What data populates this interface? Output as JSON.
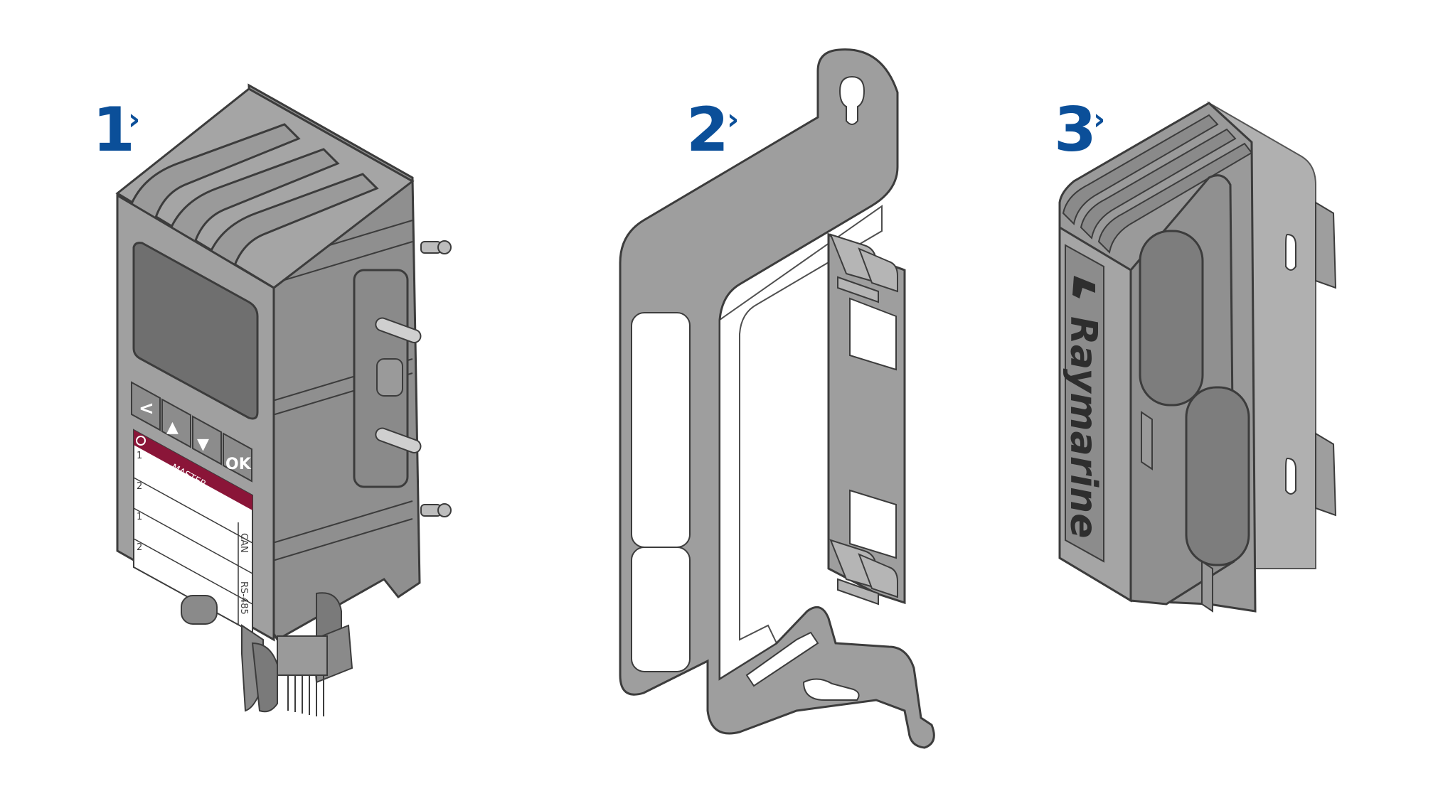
{
  "colors": {
    "accent": "#0b4f99",
    "body": "#9e9e9e",
    "body_dark": "#7d7d7d",
    "outline": "#3c3c3c",
    "screen": "#6f6f6f",
    "master_band": "#8a1538",
    "white": "#ffffff"
  },
  "steps": [
    {
      "number": "1",
      "arrow": "›"
    },
    {
      "number": "2",
      "arrow": "›"
    },
    {
      "number": "3",
      "arrow": "›"
    }
  ],
  "device": {
    "buttons": {
      "back": "<",
      "up": "▲",
      "down": "▼",
      "ok": "OK"
    },
    "label_band": "MASTER",
    "row_numbers": [
      "1",
      "2",
      "1",
      "2"
    ],
    "side_labels": {
      "can": "CAN",
      "rs485": "RS-485"
    }
  },
  "assembled": {
    "brand_logo": "Raymarine"
  }
}
